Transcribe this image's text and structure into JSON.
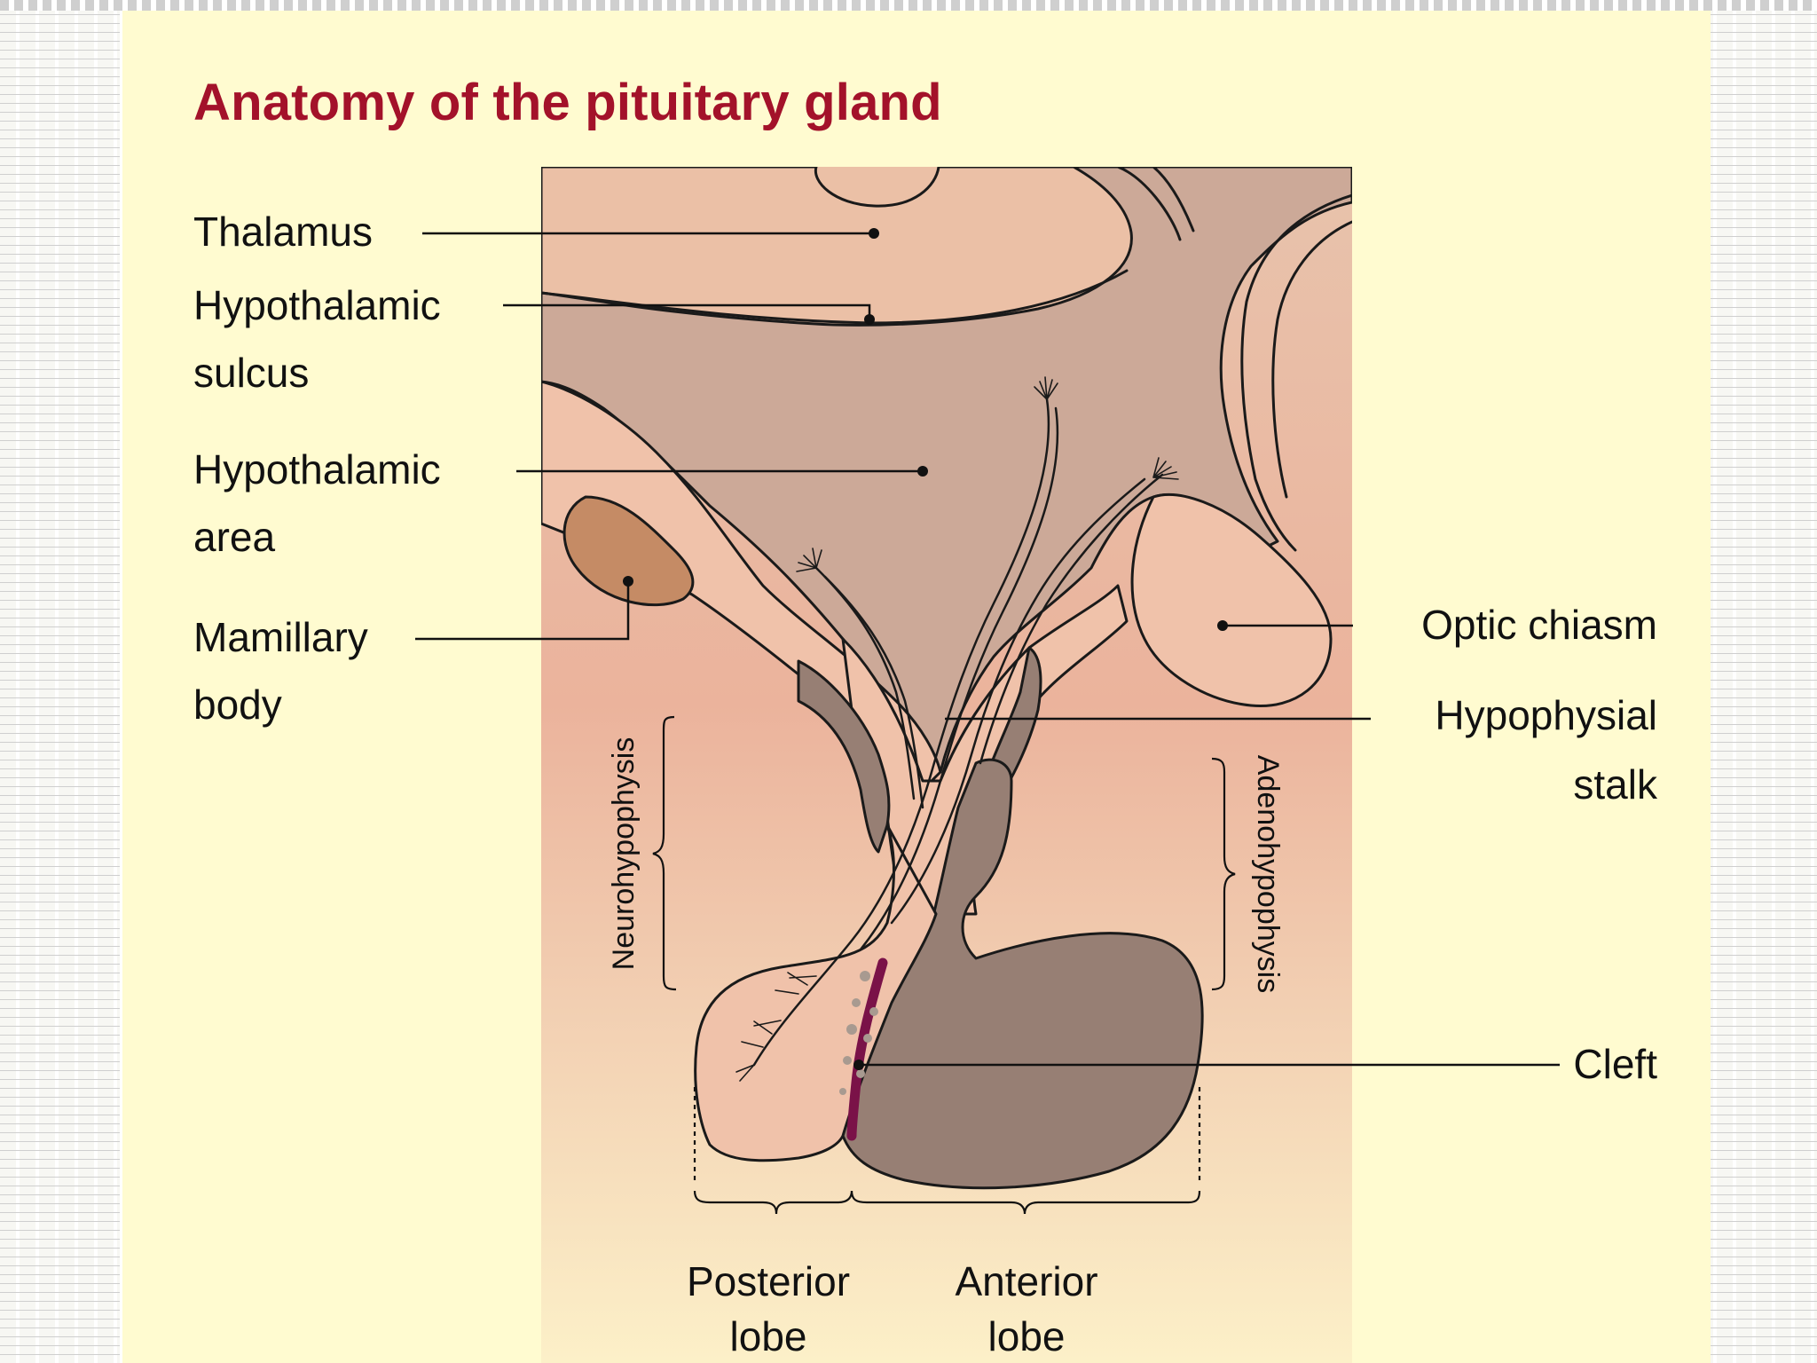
{
  "title": "Anatomy of the pituitary gland",
  "labels": {
    "thalamus": "Thalamus",
    "hypothalamic_sulcus_1": "Hypothalamic",
    "hypothalamic_sulcus_2": "sulcus",
    "hypothalamic_area_1": "Hypothalamic",
    "hypothalamic_area_2": "area",
    "mamillary_body_1": "Mamillary",
    "mamillary_body_2": "body",
    "optic_chiasm": "Optic chiasm",
    "hypophysial_stalk_1": "Hypophysial",
    "hypophysial_stalk_2": "stalk",
    "cleft": "Cleft",
    "neurohypophysis": "Neurohypophysis",
    "adenohypophysis": "Adenohypophysis",
    "posterior_lobe_1": "Posterior",
    "posterior_lobe_2": "lobe",
    "anterior_lobe_1": "Anterior",
    "anterior_lobe_2": "lobe"
  },
  "colors": {
    "title": "#a3122a",
    "slide_background": "#fffbd0",
    "brain_tissue": "#cca998",
    "thalamus": "#ebc0a6",
    "pink_tissue": "#f0c2aa",
    "adenohypophysis": "#977f74",
    "mamillary_body": "#c58b65",
    "cleft": "#7a1248"
  }
}
